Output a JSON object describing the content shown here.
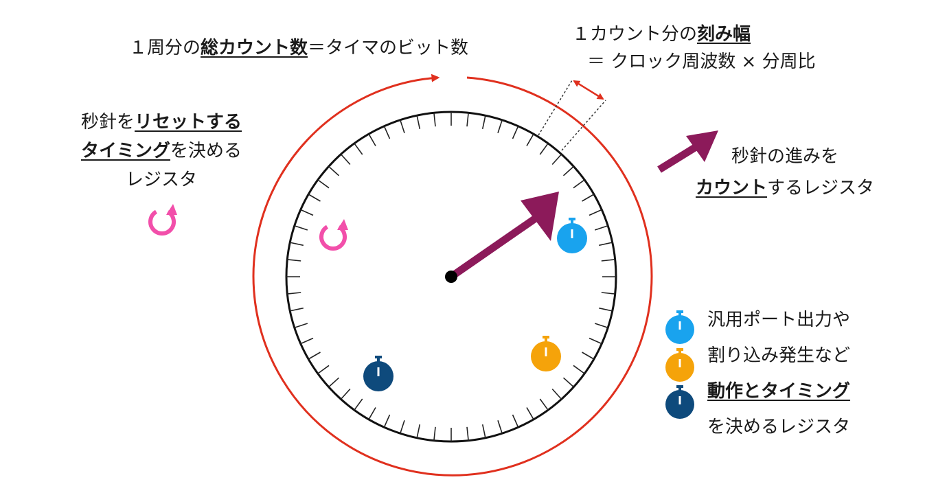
{
  "top_label": {
    "pre": "１周分の",
    "bold": "総カウント数",
    "post": "＝タイマのビット数"
  },
  "step_label": {
    "line1_pre": "１カウント分の",
    "line1_bold": "刻み幅",
    "line2": "＝ クロック周波数 × 分周比"
  },
  "reset_label": {
    "line1_pre": "秒針を",
    "line1_bold": "リセットする",
    "line2_bold": "タイミング",
    "line2_post": "を決める",
    "line3": "レジスタ"
  },
  "count_label": {
    "line1": "秒針の進みを",
    "line2_bold": "カウント",
    "line2_post": "するレジスタ"
  },
  "compare_label": {
    "line1": "汎用ポート出力や",
    "line2": "割り込み発生など",
    "line3_bold": "動作とタイミング",
    "line4": "を決めるレジスタ"
  },
  "colors": {
    "outer_ring": "#e0301e",
    "hand": "#8c1a5a",
    "reset_icon": "#f24faa",
    "stopwatch_light_blue": "#19a3ee",
    "stopwatch_orange": "#f5a30a",
    "stopwatch_navy": "#0e4a7c"
  },
  "icons": {
    "reset": "refresh-icon",
    "compare": "stopwatch-icon"
  },
  "dial": {
    "tick_count": 60
  }
}
